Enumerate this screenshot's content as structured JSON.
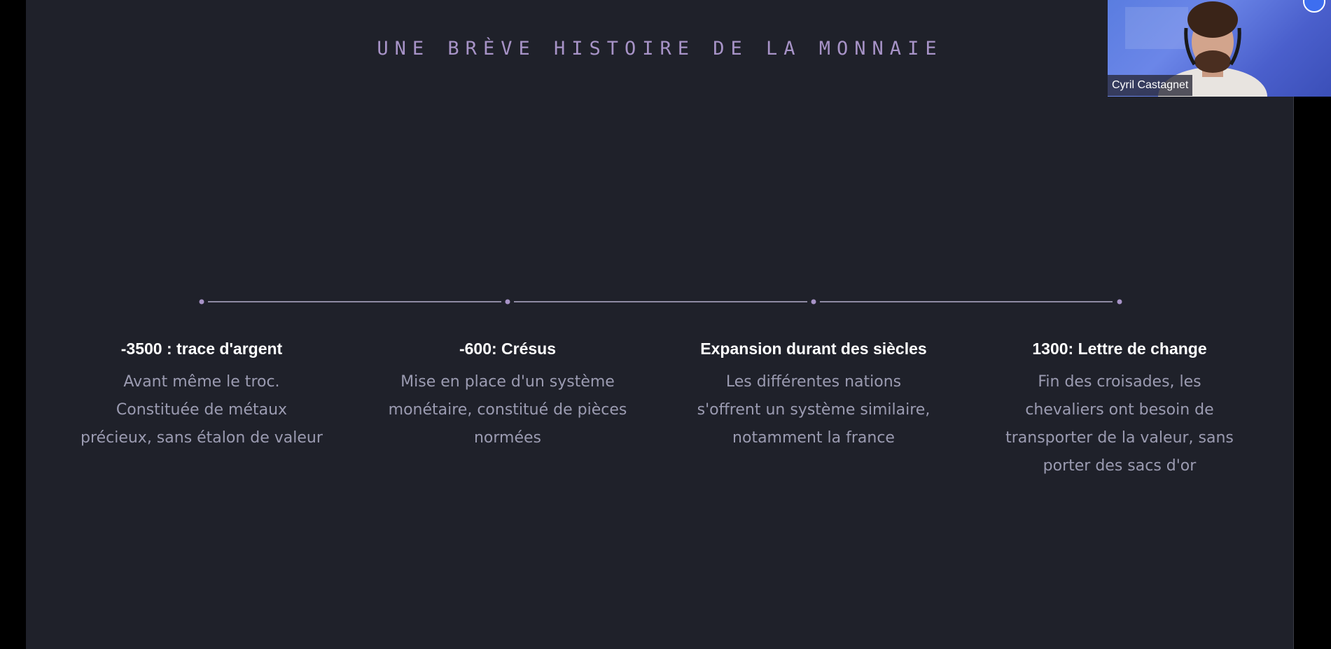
{
  "slide": {
    "title": "UNE BRÈVE HISTOIRE DE LA MONNAIE",
    "timeline": [
      {
        "heading": "-3500 : trace d'argent",
        "lines": [
          "Avant même le troc.",
          "Constituée de métaux",
          "précieux, sans étalon de valeur"
        ]
      },
      {
        "heading": "-600: Crésus",
        "lines": [
          "Mise en place d'un système",
          "monétaire, constitué de pièces",
          "normées"
        ]
      },
      {
        "heading": "Expansion durant des siècles",
        "lines": [
          "Les différentes nations",
          "s'offrent un système similaire,",
          "notamment la france"
        ]
      },
      {
        "heading": "1300: Lettre de change",
        "lines": [
          "Fin des croisades, les",
          "chevaliers ont besoin de",
          "transporter de la valeur, sans",
          "porter des sacs d'or"
        ]
      }
    ]
  },
  "participant": {
    "name": "Cyril Castagnet"
  },
  "colors": {
    "slide_background": "#1f212a",
    "title_color": "#a793c7",
    "timeline_line": "#8e8aa3",
    "body_text": "#9b9bb1",
    "heading_text": "#ffffff",
    "video_accent": "#5a7de0"
  }
}
